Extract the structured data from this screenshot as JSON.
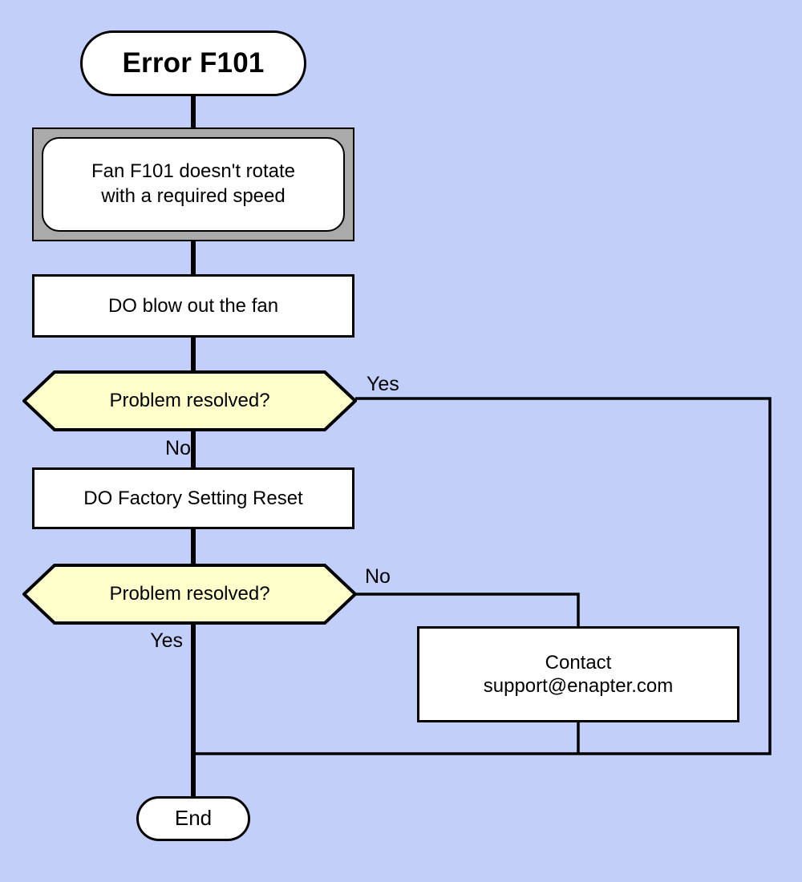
{
  "diagram": {
    "title": "Error F101 troubleshooting flowchart",
    "background_color": "#c3cffb",
    "line_color": "#000000",
    "decision_fill": "#ffffcc",
    "process_fill": "#ffffff",
    "double_node_outer_fill": "#aaaaaa"
  },
  "nodes": {
    "start": {
      "label": "Error F101",
      "shape": "terminator"
    },
    "symptom": {
      "label": "Fan F101 doesn't rotate\nwith a required speed",
      "shape": "double-rounded-rect"
    },
    "action_blow": {
      "label": "DO blow out the fan",
      "shape": "rect"
    },
    "decision_1": {
      "label": "Problem resolved?",
      "shape": "hexagon"
    },
    "action_reset": {
      "label": "DO Factory Setting Reset",
      "shape": "rect"
    },
    "decision_2": {
      "label": "Problem resolved?",
      "shape": "hexagon"
    },
    "contact": {
      "label": "Contact\nsupport@enapter.com",
      "shape": "rect"
    },
    "end": {
      "label": "End",
      "shape": "terminator"
    }
  },
  "edge_labels": {
    "decision_1_yes": "Yes",
    "decision_1_no": "No",
    "decision_2_no": "No",
    "decision_2_yes": "Yes"
  }
}
